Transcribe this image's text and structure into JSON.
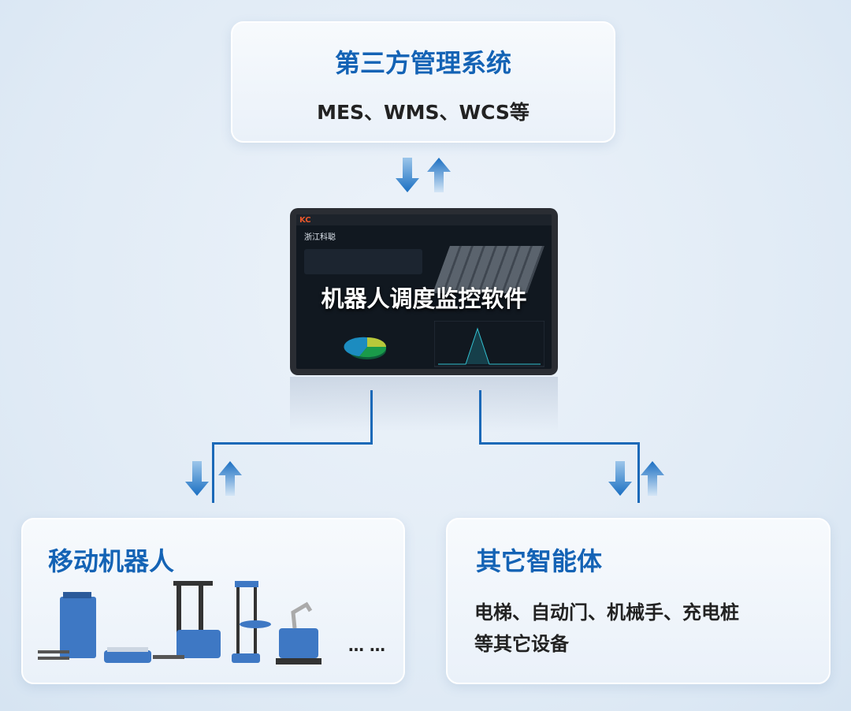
{
  "top": {
    "title": "第三方管理系统",
    "subtitle": "MES、WMS、WCS等"
  },
  "monitor": {
    "logo": "KC",
    "company": "浙江科聪",
    "caption": "机器人调度监控软件"
  },
  "left": {
    "title": "移动机器人",
    "ellipsis": "… …"
  },
  "right": {
    "title": "其它智能体",
    "line1": "电梯、自动门、机械手、充电桩",
    "line2": "等其它设备"
  },
  "colors": {
    "accent": "#1463b5",
    "line": "#1b69b8"
  }
}
